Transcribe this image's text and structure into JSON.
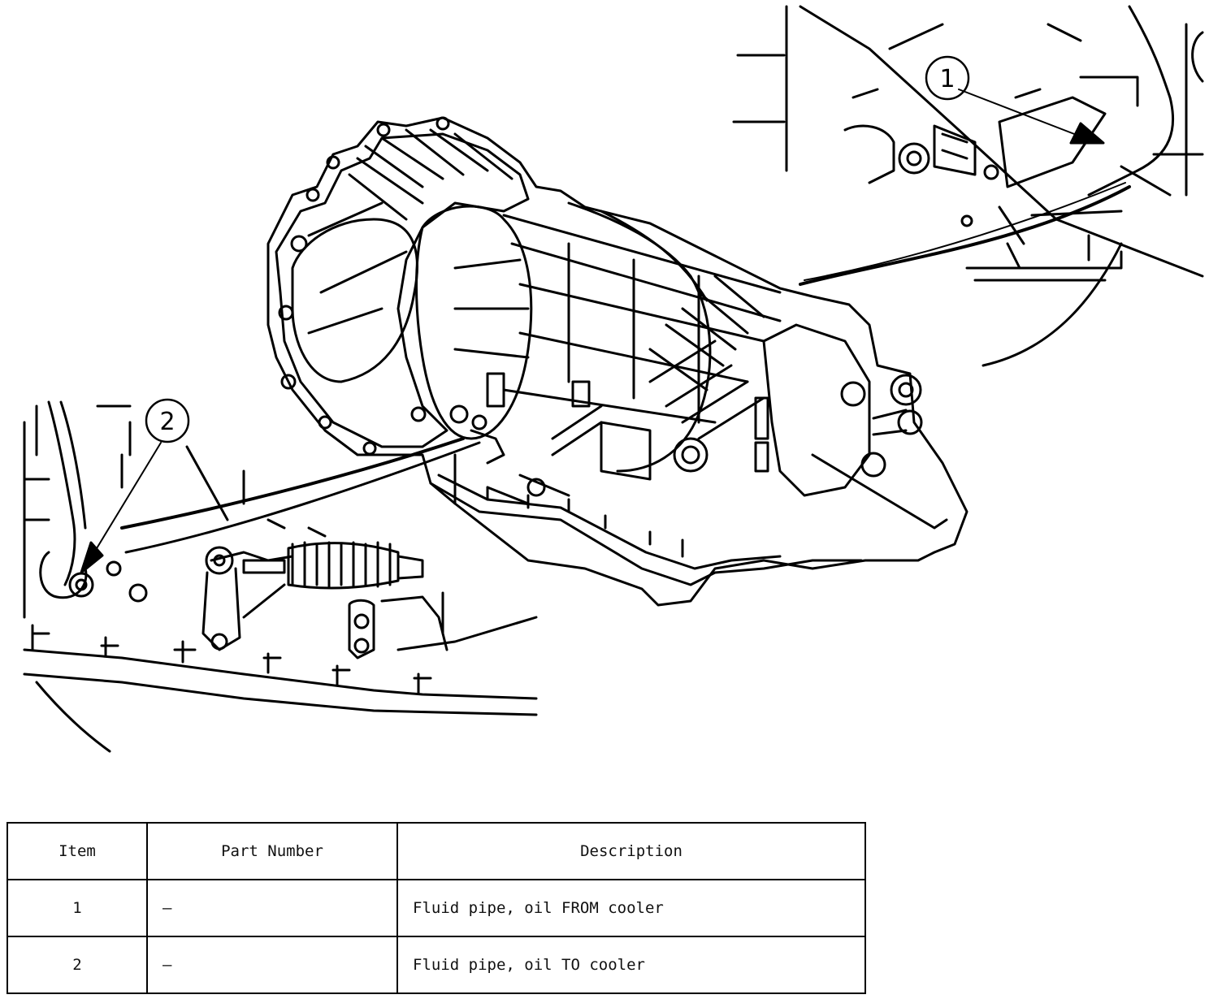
{
  "callouts": [
    {
      "label": "1"
    },
    {
      "label": "2"
    }
  ],
  "table": {
    "headers": {
      "item": "Item",
      "part_number": "Part Number",
      "description": "Description"
    },
    "rows": [
      {
        "item": "1",
        "part_number": "—",
        "description": "Fluid pipe, oil FROM cooler"
      },
      {
        "item": "2",
        "part_number": "—",
        "description": "Fluid pipe, oil TO cooler"
      }
    ]
  }
}
